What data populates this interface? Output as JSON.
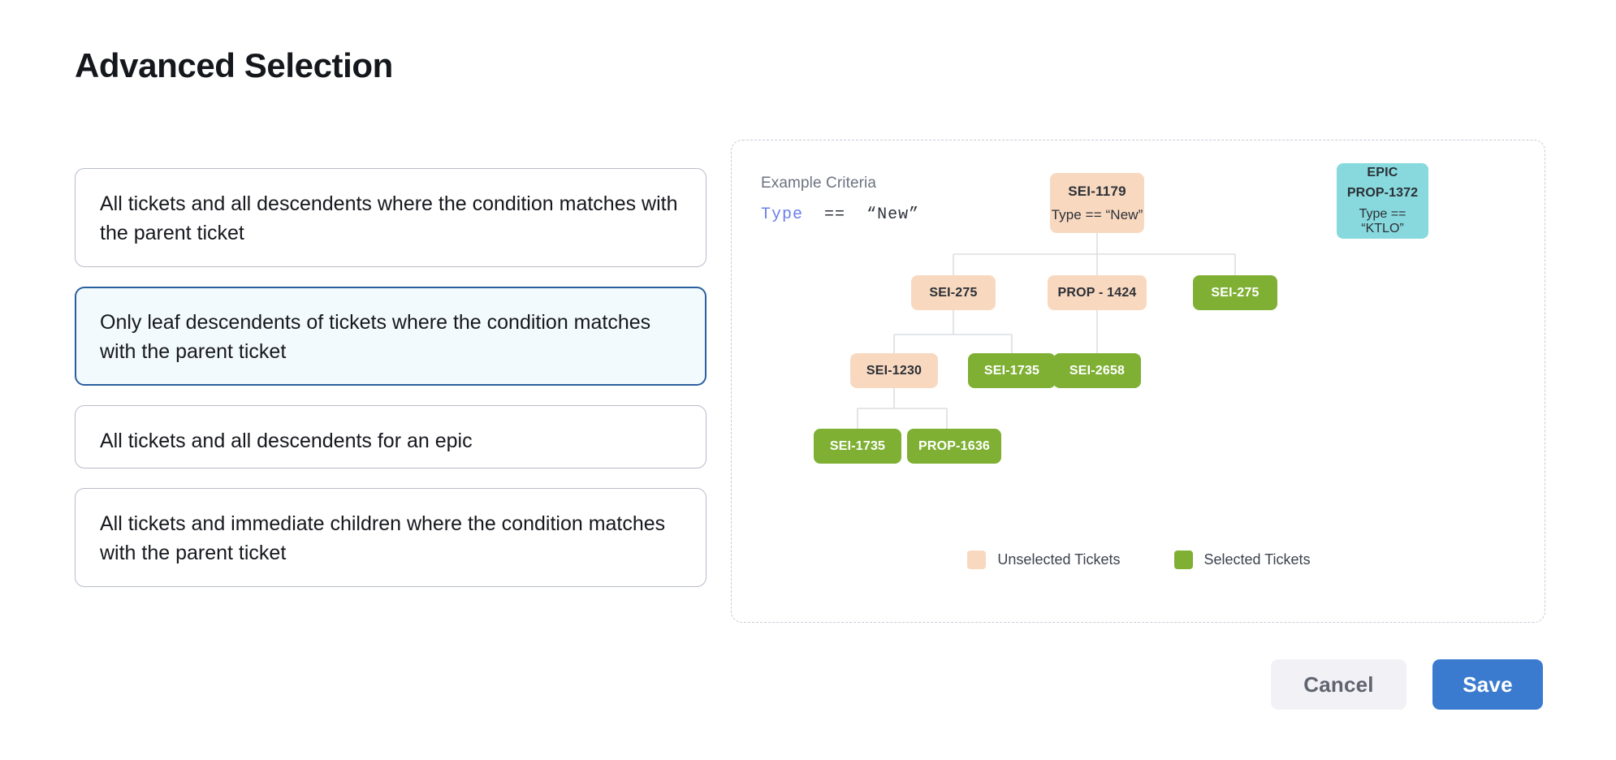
{
  "page": {
    "title": "Advanced Selection"
  },
  "options": [
    {
      "id": "all-descendents-condition",
      "label": "All tickets and all descendents where the condition matches with the parent ticket",
      "selected": false
    },
    {
      "id": "leaf-descendents-condition",
      "label": "Only leaf descendents of tickets where the condition matches with the parent ticket",
      "selected": true
    },
    {
      "id": "all-descendents-epic",
      "label": "All tickets and all descendents for an epic",
      "selected": false
    },
    {
      "id": "immediate-children-condition",
      "label": "All tickets and immediate children where the condition matches with the parent ticket",
      "selected": false
    }
  ],
  "diagram": {
    "criteria_title": "Example Criteria",
    "criteria": {
      "field": "Type",
      "operator": "==",
      "value": "“New”"
    },
    "nodes": [
      {
        "id": "sei-1179",
        "line1": "SEI-1179",
        "line2": "Type == “New”",
        "state": "unselected"
      },
      {
        "id": "epic-prop-1372",
        "line1": "EPIC",
        "line2": "PROP-1372",
        "line3": "Type == “KTLO”",
        "state": "epic"
      },
      {
        "id": "sei-275-a",
        "line1": "SEI-275",
        "state": "unselected"
      },
      {
        "id": "prop-1424",
        "line1": "PROP - 1424",
        "state": "unselected"
      },
      {
        "id": "sei-275-b",
        "line1": "SEI-275",
        "state": "selected"
      },
      {
        "id": "sei-1230",
        "line1": "SEI-1230",
        "state": "unselected"
      },
      {
        "id": "sei-1735-a",
        "line1": "SEI-1735",
        "state": "selected"
      },
      {
        "id": "sei-2658",
        "line1": "SEI-2658",
        "state": "selected"
      },
      {
        "id": "sei-1735-b",
        "line1": "SEI-1735",
        "state": "selected"
      },
      {
        "id": "prop-1636",
        "line1": "PROP-1636",
        "state": "selected"
      }
    ],
    "legend": [
      {
        "id": "unselected",
        "label": "Unselected Tickets",
        "color": "#f8d9c0"
      },
      {
        "id": "selected",
        "label": "Selected Tickets",
        "color": "#7fb034"
      }
    ]
  },
  "footer": {
    "cancel_label": "Cancel",
    "save_label": "Save"
  },
  "colors": {
    "accent": "#3a7bd0",
    "selected_card_border": "#2a5f9e",
    "selected_card_bg": "#f3fafd",
    "unselected_ticket": "#f8d9c0",
    "selected_ticket": "#7fb034",
    "epic_ticket": "#87d9dd",
    "criteria_keyword": "#6b7ee8"
  }
}
